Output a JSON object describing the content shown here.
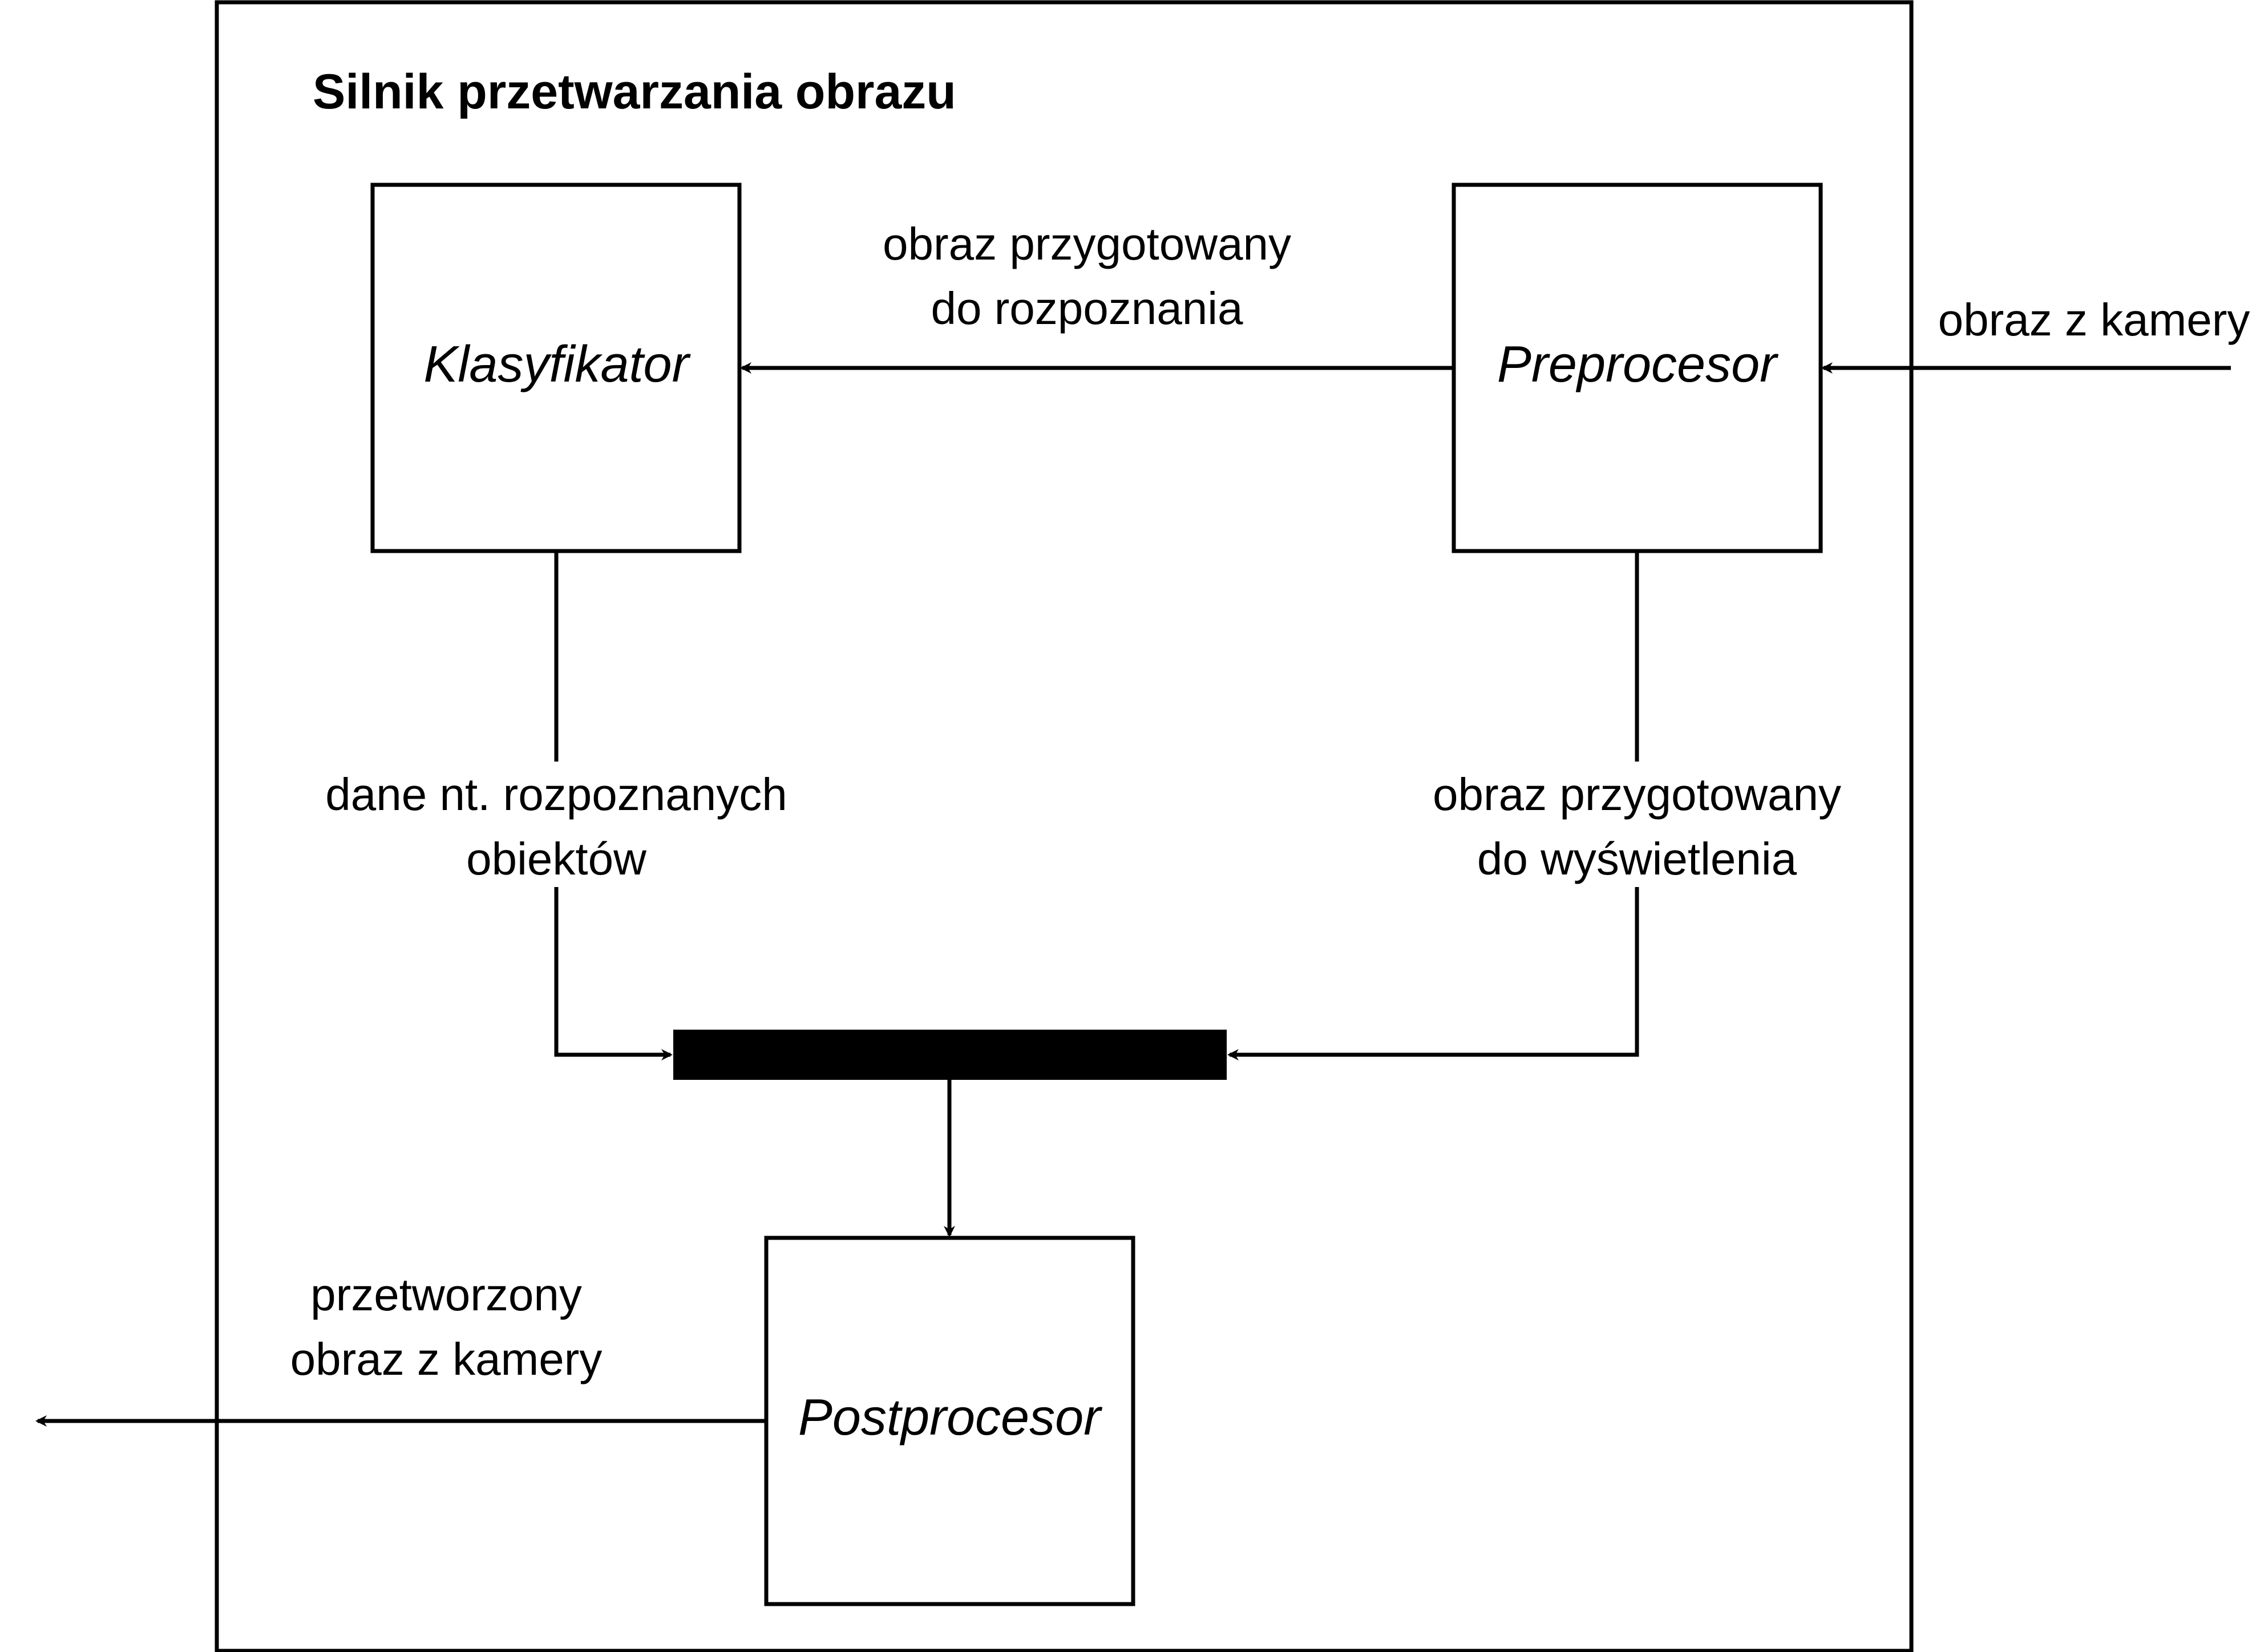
{
  "diagram": {
    "container_title": "Silnik przetwarzania obrazu",
    "nodes": {
      "classifier": "Klasyfikator",
      "preprocessor": "Preprocesor",
      "postprocessor": "Postprocesor"
    },
    "edges": {
      "camera_input": "obraz z kamery",
      "prepared_for_recognition": [
        "obraz przygotowany",
        "do rozpoznania"
      ],
      "recognized_objects_data": [
        "dane nt. rozpoznanych",
        "obiektów"
      ],
      "prepared_for_display": [
        "obraz przygotowany",
        "do wyświetlenia"
      ],
      "processed_output": [
        "przetworzony",
        "obraz z kamery"
      ]
    }
  }
}
